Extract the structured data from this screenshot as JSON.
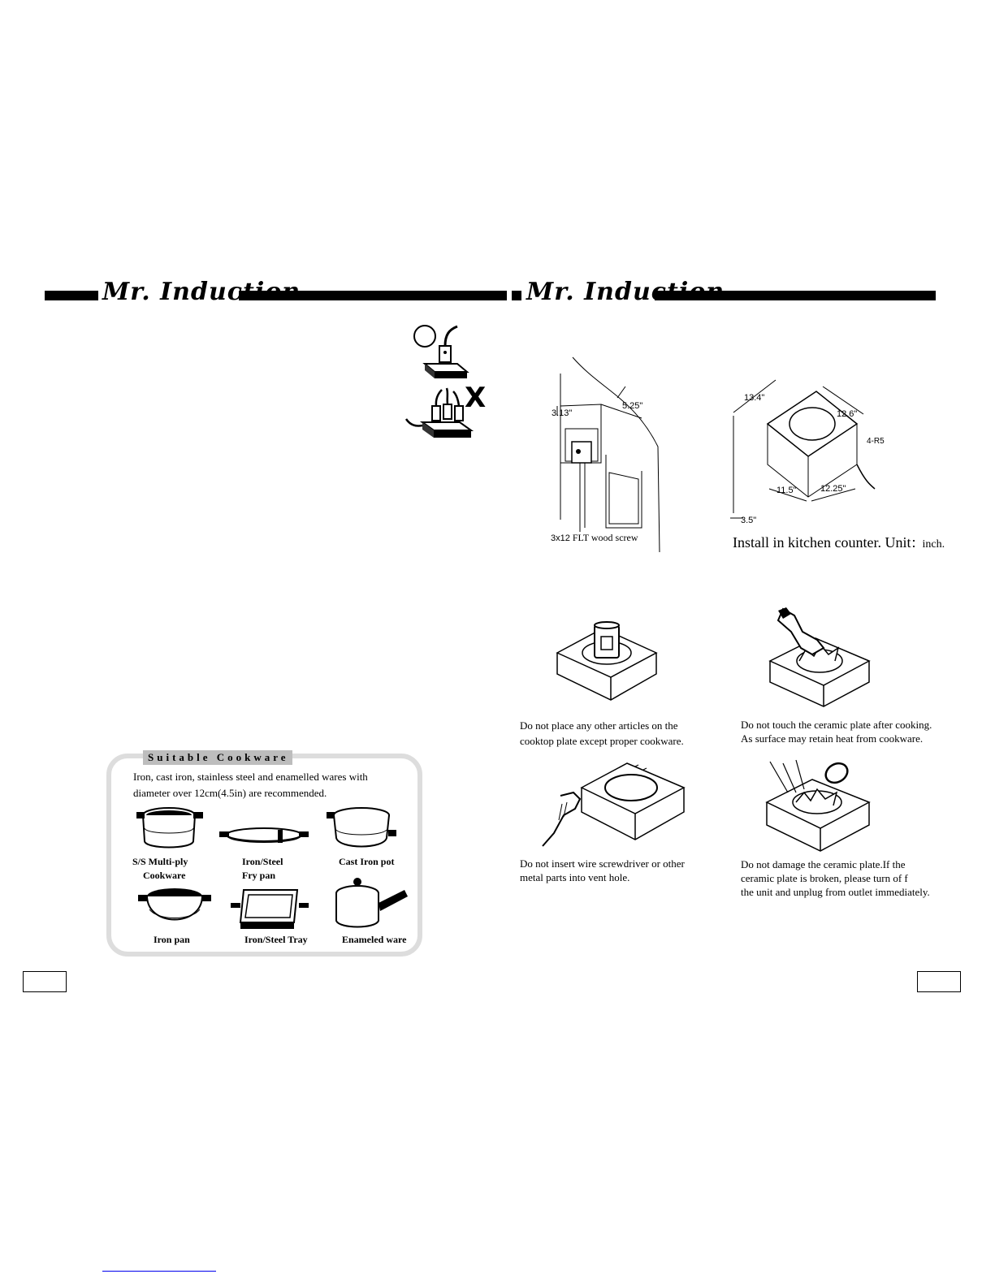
{
  "brand": "Mr. Induction",
  "left_page": {
    "cookware_box": {
      "title": "Suitable Cookware",
      "description": "Iron, cast iron, stainless steel and enamelled wares with diameter over 12cm(4.5in) are recommended.",
      "items": [
        {
          "label": "S/S Multi-ply",
          "label2": "Cookware",
          "icon": "multi-ply-pot-icon"
        },
        {
          "label": "Iron/Steel",
          "label2": "Fry pan",
          "icon": "fry-pan-icon"
        },
        {
          "label": "Cast Iron pot",
          "label2": "",
          "icon": "cast-iron-pot-icon"
        },
        {
          "label": "Iron pan",
          "label2": "",
          "icon": "iron-pan-icon"
        },
        {
          "label": "Iron/Steel Tray",
          "label2": "",
          "icon": "tray-icon"
        },
        {
          "label": "Enameled ware",
          "label2": "",
          "icon": "enameled-ware-icon"
        }
      ]
    },
    "outlet_correct_mark": "O",
    "outlet_wrong_mark": "X"
  },
  "right_page": {
    "install_diagram": {
      "dims": {
        "d1": "3.13\"",
        "d2": "5.25\"",
        "d3": "13.4\"",
        "d4": "12.6\"",
        "d5": "4-R5",
        "d6": "11.5\"",
        "d7": "12.25\"",
        "d8": "3.5\""
      },
      "screw_label_prefix": "3x12",
      "screw_label": " FLT wood screw",
      "caption_main": "Install in kitchen counter. Unit",
      "caption_unit": "：inch."
    },
    "warnings": [
      {
        "text": "Do not place any other articles on the\ncooktop plate except proper cookware.",
        "icon": "no-articles-icon"
      },
      {
        "text": "Do not touch the ceramic plate after cooking.\nAs surface may retain heat from cookware.",
        "icon": "no-touch-hot-icon"
      },
      {
        "text": "Do not insert wire screwdriver or other\nmetal parts into vent hole.",
        "icon": "no-vent-insert-icon"
      },
      {
        "text": "Do not damage the ceramic plate.If the\nceramic plate is broken, please turn of f\nthe unit and unplug from outlet immediately.",
        "icon": "no-damage-icon"
      }
    ]
  }
}
